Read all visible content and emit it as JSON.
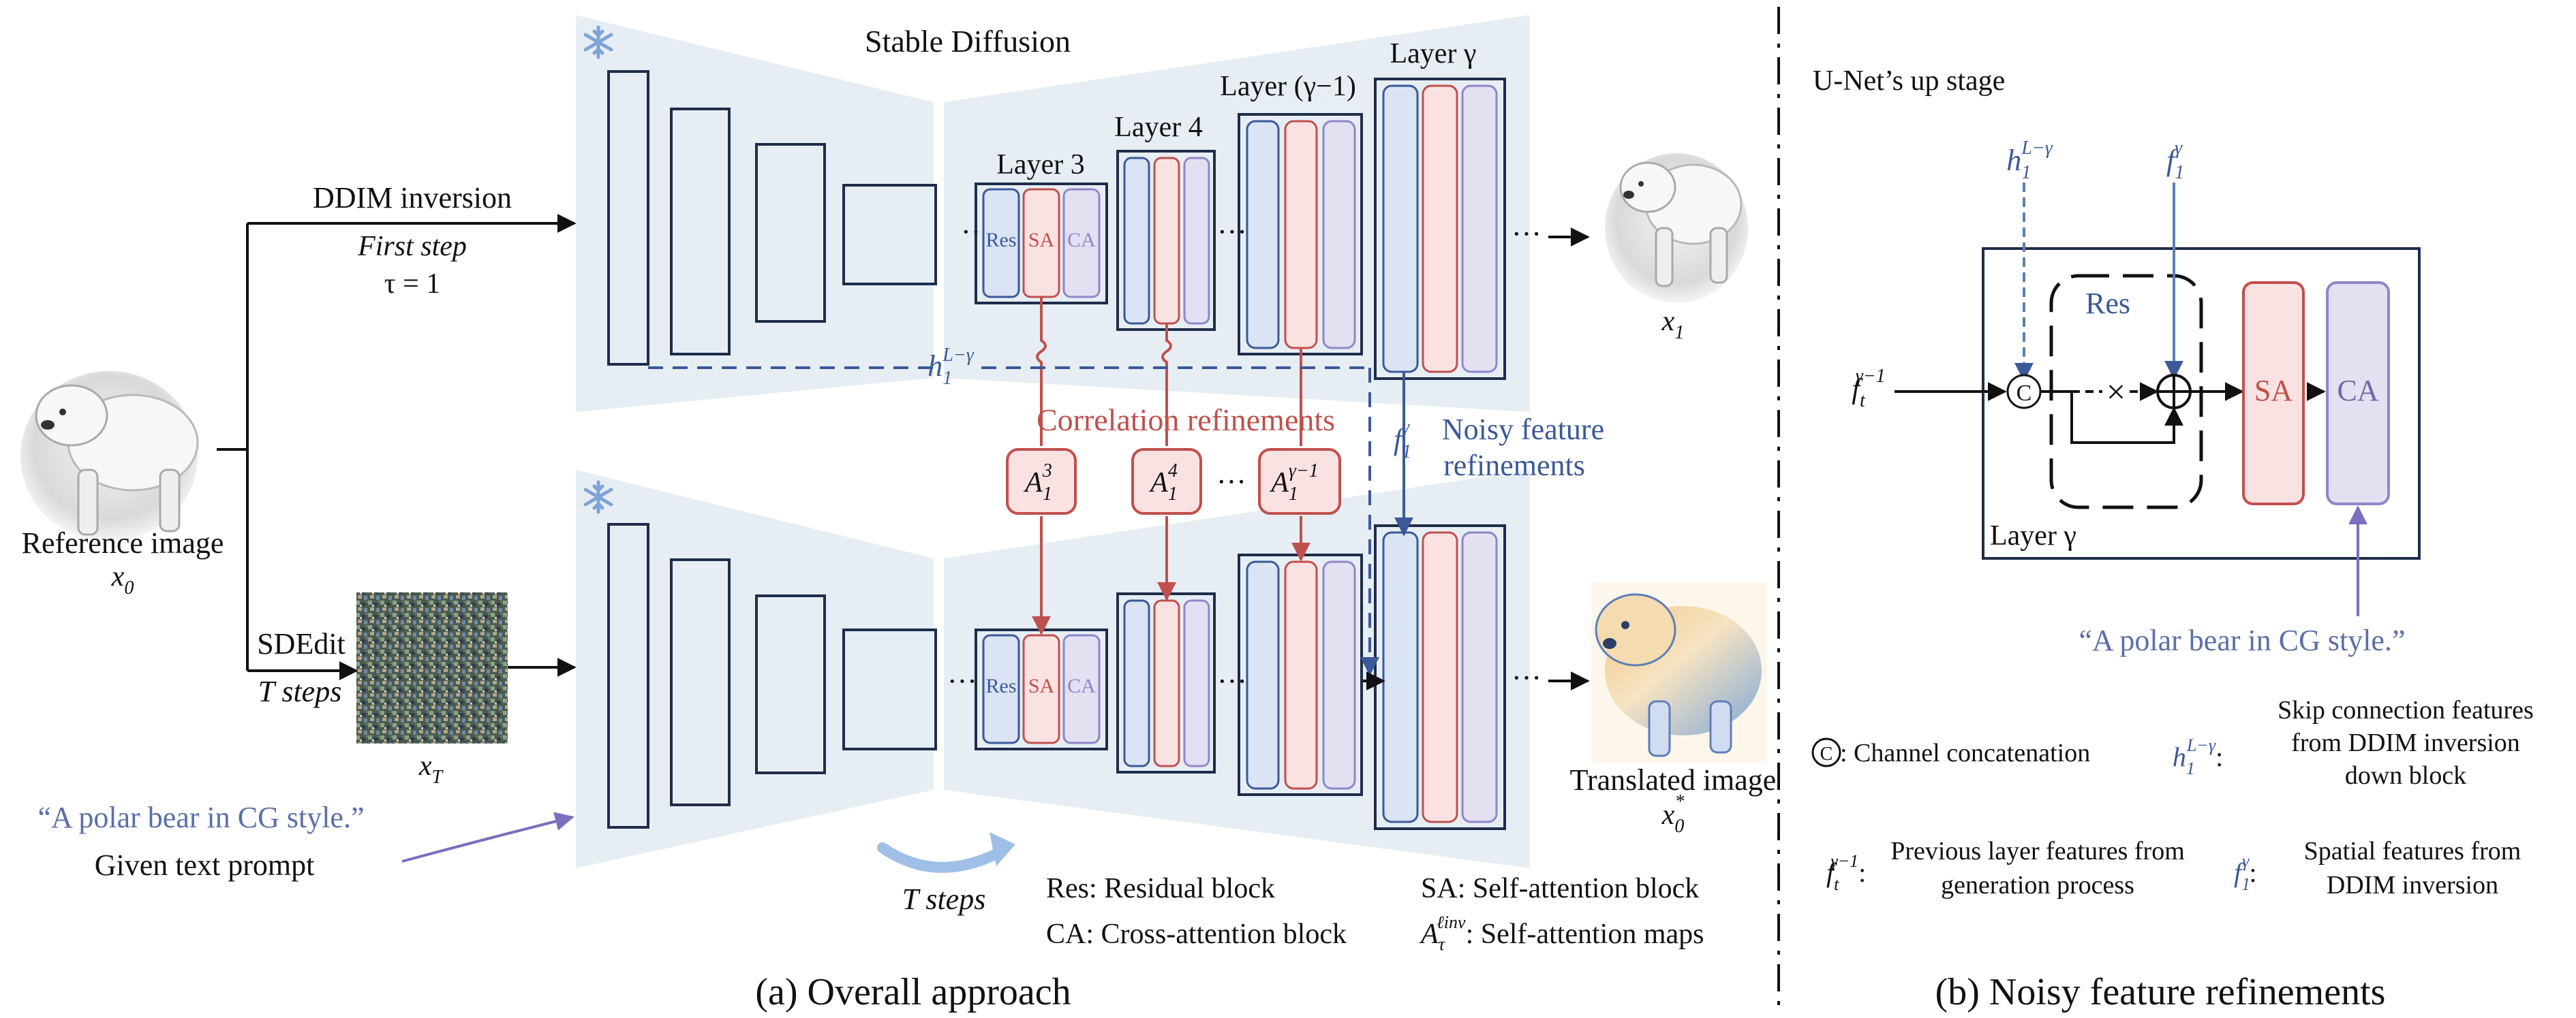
{
  "colors": {
    "ink": "#1f2d4a",
    "red": "#c0504d",
    "red_fill": "#fbe2e2",
    "blue": "#3b5998",
    "blue_fill": "#dbe4f4",
    "purple": "#8f86c9",
    "purple_fill": "#e3e0f2",
    "band": "#e6eef4"
  },
  "panel_a": {
    "title": "Stable Diffusion",
    "caption": "(a) Overall approach",
    "reference_label": "Reference image",
    "reference_var": "x",
    "reference_sub": "0",
    "ddim_label": "DDIM inversion",
    "first_step": "First step",
    "tau": "τ = 1",
    "sdedit": "SDEdit",
    "t_steps": "T steps",
    "xt_var": "x",
    "xt_sub": "T",
    "prompt": "“A polar bear in CG style.”",
    "given_prompt": "Given text prompt",
    "x1_var": "x",
    "x1_sub": "1",
    "translated_label": "Translated image",
    "xstar_var": "x",
    "xstar_sub": "0",
    "xstar_sup": "*",
    "layer3": "Layer 3",
    "layer4": "Layer 4",
    "layer_gm1": "Layer (γ−1)",
    "layer_g": "Layer γ",
    "res_tag": "Res",
    "sa_tag": "SA",
    "ca_tag": "CA",
    "dots": "···",
    "skip_h": "h",
    "skip_h_sub": "1",
    "skip_h_sup": "L−γ",
    "correlation": "Correlation refinements",
    "noisy_1": "Noisy feature",
    "noisy_2": "refinements",
    "f_var": "f",
    "f_sub": "1",
    "f_sup": "γ",
    "attn": [
      {
        "sup": "3"
      },
      {
        "sup": "4"
      },
      {
        "sup": "γ−1"
      }
    ],
    "attn_var": "A",
    "attn_sub": "1",
    "loop_steps": "T steps",
    "legend": {
      "res": "Res: Residual block",
      "ca": "CA: Cross-attention block",
      "sa": "SA: Self-attention block",
      "amap_var": "A",
      "amap_sub": "τ",
      "amap_sup": "ℓinv",
      "amap_text": ": Self-attention maps"
    }
  },
  "panel_b": {
    "title": "U-Net’s up stage",
    "caption": "(b) Noisy feature refinements",
    "h_var": "h",
    "h_sub": "1",
    "h_sup": "L−γ",
    "f_var": "f",
    "f_sub": "1",
    "f_sup": "γ",
    "prev_var": "f",
    "prev_sub": "t",
    "prev_sup": "γ−1",
    "concat_symbol": "C",
    "res_label": "Res",
    "cross": "×",
    "sa": "SA",
    "ca": "CA",
    "layer": "Layer γ",
    "prompt": "“A polar bear in CG style.”",
    "legend": {
      "concat_symbol": "C",
      "concat_text": ": Channel concatenation",
      "skip_var": "h",
      "skip_sub": "1",
      "skip_sup": "L−γ",
      "skip_1": "Skip connection features",
      "skip_2": "from DDIM inversion",
      "skip_3": "down block",
      "prev_var": "f",
      "prev_sub": "t",
      "prev_sup": "γ−1",
      "prev_1": "Previous layer features from",
      "prev_2": "generation process",
      "spat_var": "f",
      "spat_sub": "1",
      "spat_sup": "γ",
      "spat_1": "Spatial features from",
      "spat_2": "DDIM inversion"
    }
  }
}
